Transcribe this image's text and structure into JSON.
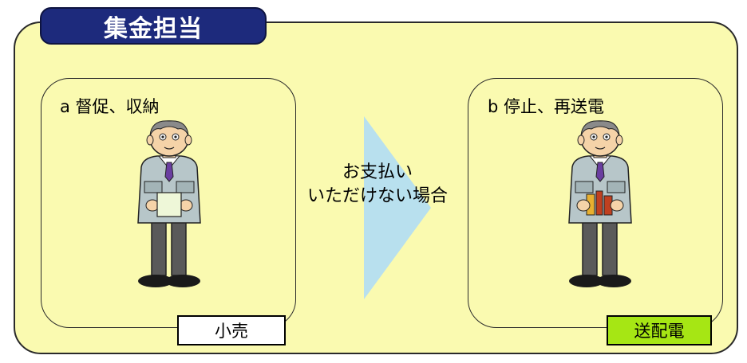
{
  "title": "集金担当",
  "left_panel": {
    "label": "a 督促、収納",
    "tag": "小売",
    "tag_color": "#ffffff",
    "person_icon": "worker-with-paper-icon"
  },
  "right_panel": {
    "label": "b 停止、再送電",
    "tag": "送配電",
    "tag_color": "#a6e614",
    "person_icon": "worker-with-tools-icon"
  },
  "arrow": {
    "line1": "お支払い",
    "line2": "いただけない場合",
    "color": "#b8e0ee",
    "icon": "arrow-right-icon"
  },
  "colors": {
    "background": "#fafab0",
    "title_tab": "#1d2a7c"
  }
}
